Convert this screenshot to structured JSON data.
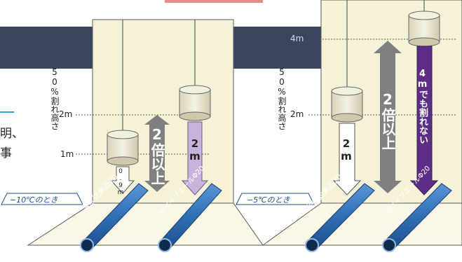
{
  "colors": {
    "navy_band": "#3b4560",
    "panel_back": "#f6f2d8",
    "panel_floor": "#faf7e6",
    "pipe_blue": "#2f6fb5",
    "arrow_gray": "#7a7a7a",
    "arrow_lavender": "#c7b3dc",
    "arrow_purple": "#5b2d86",
    "accent_red": "#e05050",
    "accent_cyan": "#2aa0d8"
  },
  "left_text": {
    "ylabel": "50%割れ高さ",
    "edge_char_1": "明、",
    "edge_char_2": "事"
  },
  "panel_left": {
    "tag": "−10℃のとき",
    "ticks": [
      "2m",
      "1m"
    ],
    "conventional_drop": "0.9m",
    "product_drop": "2m",
    "ratio_label": "2倍以上",
    "pipe_conventional": "当社従来品20",
    "pipe_product": "HIパイプエールΦ20"
  },
  "panel_right": {
    "ylabel": "50%割れ高さ",
    "tag": "−5℃のとき",
    "ticks": [
      "4m",
      "2m"
    ],
    "conventional_drop": "2m",
    "product_drop": "4mでも割れない",
    "ratio_label": "2倍以上",
    "pipe_conventional": "当社従来品20",
    "pipe_product": "HIパイプエールΦ20"
  },
  "icons": [
    "weight-cylinder-icon",
    "down-arrow-icon",
    "double-arrow-icon",
    "pipe-icon"
  ]
}
